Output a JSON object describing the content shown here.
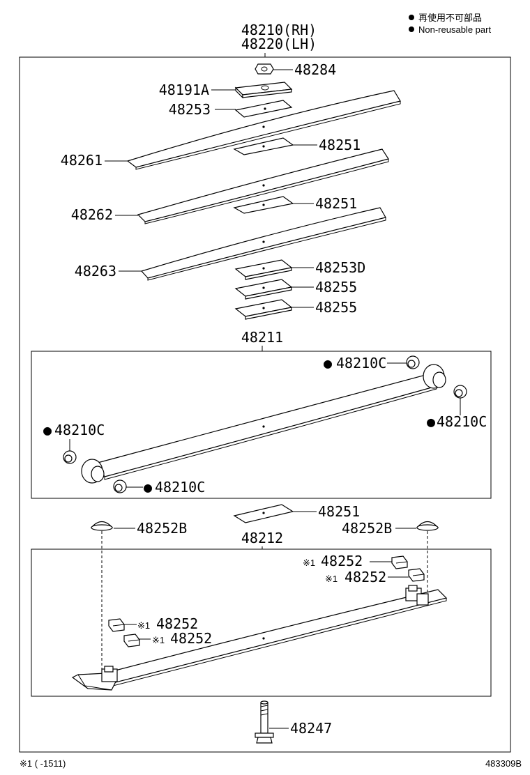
{
  "legend": {
    "jp": "再使用不可部品",
    "en": "Non-reusable part"
  },
  "assembly": {
    "rh": "48210(RH)",
    "lh": "48220(LH)"
  },
  "parts": {
    "p48284": "48284",
    "p48191A": "48191A",
    "p48253": "48253",
    "p48251_a": "48251",
    "p48261": "48261",
    "p48262": "48262",
    "p48251_b": "48251",
    "p48263": "48263",
    "p48253D": "48253D",
    "p48255_a": "48255",
    "p48255_b": "48255",
    "p48211": "48211",
    "p48210C_a": "48210C",
    "p48210C_b": "48210C",
    "p48210C_c": "48210C",
    "p48210C_d": "48210C",
    "p48251_c": "48251",
    "p48252B_a": "48252B",
    "p48212": "48212",
    "p48252B_b": "48252B",
    "p48252_a": "48252",
    "p48252_b": "48252",
    "p48252_c": "48252",
    "p48252_d": "48252",
    "p48247": "48247"
  },
  "marks": {
    "nonreusable": "●",
    "note": "※1"
  },
  "footer": {
    "note": "※1 (      -1511)",
    "code": "483309B"
  }
}
